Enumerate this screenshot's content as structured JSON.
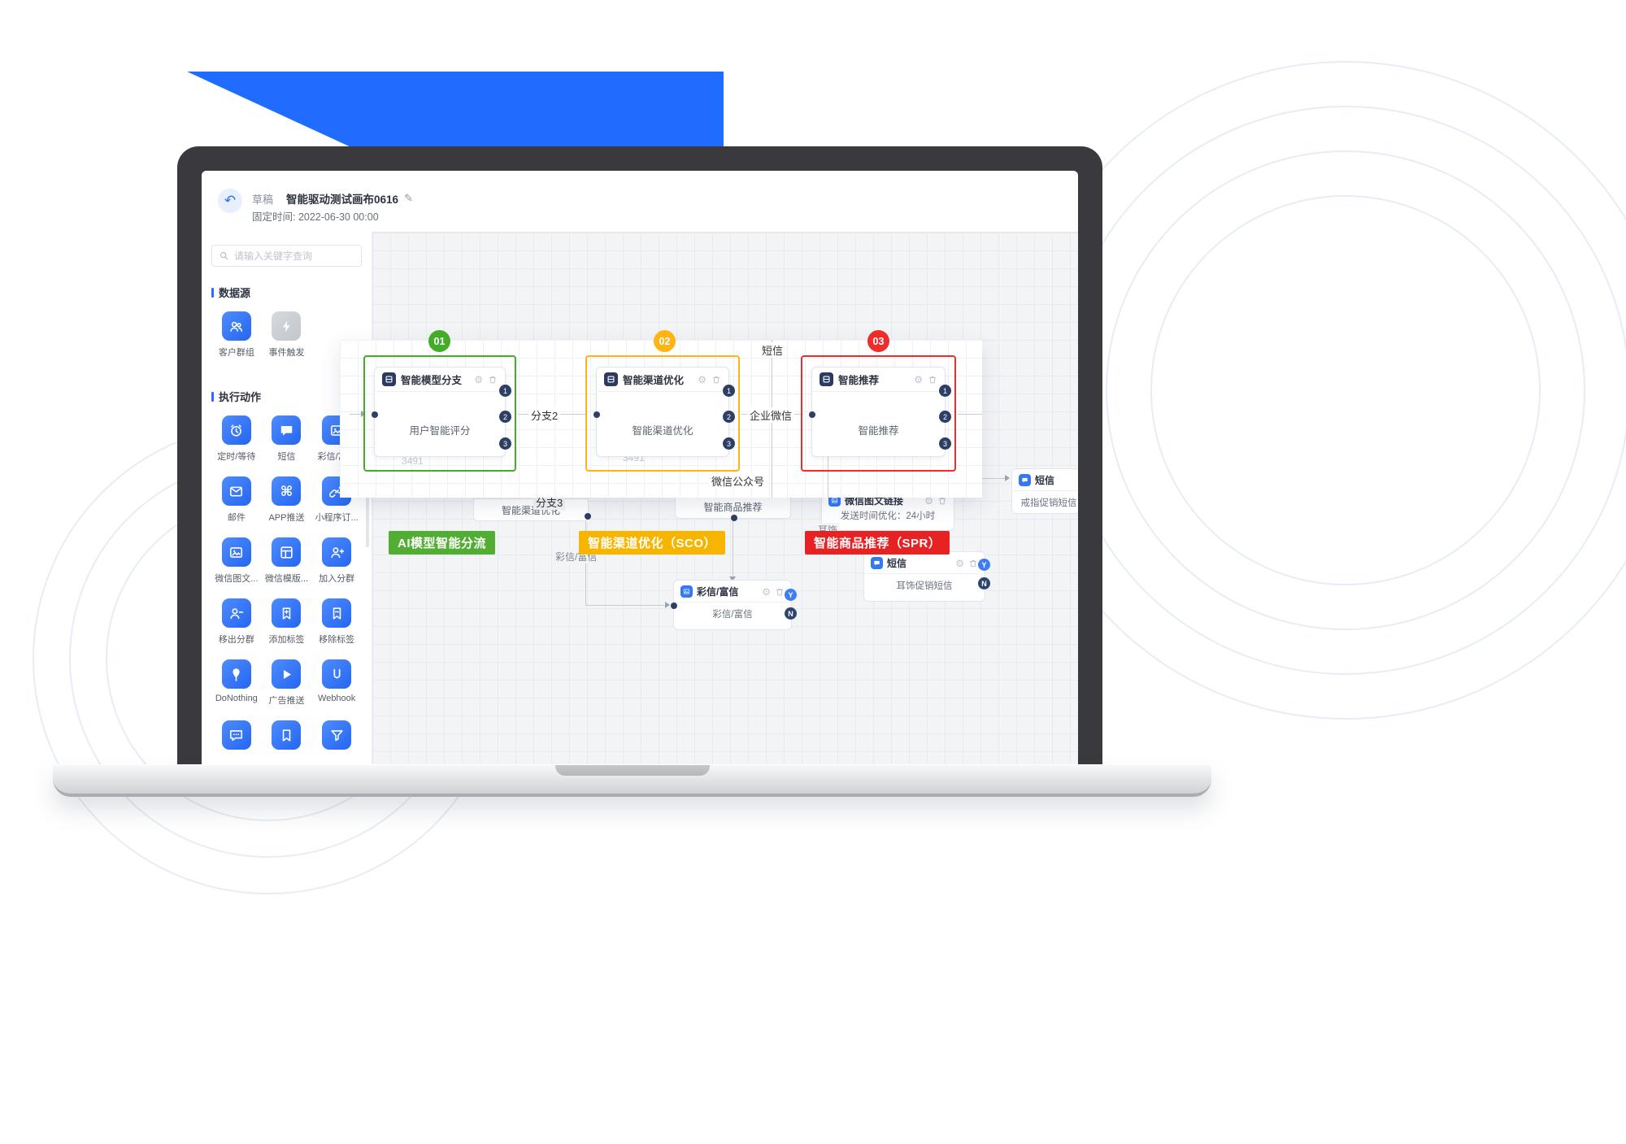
{
  "window": {
    "draft_label": "草稿",
    "title": "智能驱动测试画布0616",
    "fixed_time": "固定时间:  2022-06-30 00:00"
  },
  "icons": {
    "back": "↶",
    "edit": "✎",
    "gear": "⚙"
  },
  "sidebar": {
    "search_placeholder": "请输入关键字查询",
    "section_data_source": "数据源",
    "section_actions": "执行动作",
    "data_source_items": [
      {
        "label": "客户群组",
        "icon": "users-icon"
      },
      {
        "label": "事件触发",
        "icon": "event-trigger-icon"
      }
    ],
    "action_items": [
      {
        "label": "定时/等待",
        "icon": "timer-icon"
      },
      {
        "label": "短信",
        "icon": "sms-icon"
      },
      {
        "label": "彩信/富信",
        "icon": "mms-icon"
      },
      {
        "label": "邮件",
        "icon": "mail-icon"
      },
      {
        "label": "APP推送",
        "icon": "app-push-icon"
      },
      {
        "label": "小程序订...",
        "icon": "miniprogram-icon"
      },
      {
        "label": "微信图文...",
        "icon": "wechat-article-icon"
      },
      {
        "label": "微信模版...",
        "icon": "wechat-template-icon"
      },
      {
        "label": "加入分群",
        "icon": "join-group-icon"
      },
      {
        "label": "移出分群",
        "icon": "remove-group-icon"
      },
      {
        "label": "添加标签",
        "icon": "add-tag-icon"
      },
      {
        "label": "移除标签",
        "icon": "remove-tag-icon"
      },
      {
        "label": "DoNothing",
        "icon": "pin-icon"
      },
      {
        "label": "广告推送",
        "icon": "ad-push-icon"
      },
      {
        "label": "Webhook",
        "icon": "webhook-icon"
      },
      {
        "label": "",
        "icon": "chat-dots-icon"
      },
      {
        "label": "",
        "icon": "bookmark-icon"
      },
      {
        "label": "",
        "icon": "filter-icon"
      }
    ]
  },
  "overlay": {
    "badges": [
      "01",
      "02",
      "03"
    ],
    "nodes": [
      {
        "title": "智能模型分支",
        "body": "用户智能评分",
        "ports": [
          "1",
          "2",
          "3"
        ]
      },
      {
        "title": "智能渠道优化",
        "body": "智能渠道优化",
        "ports": [
          "1",
          "2",
          "3"
        ]
      },
      {
        "title": "智能推荐",
        "body": "智能推荐",
        "ports": [
          "1",
          "2",
          "3"
        ]
      }
    ],
    "wire_labels": {
      "sms": "短信",
      "branch2": "分支2",
      "wecom": "企业微信",
      "wechat_mp": "微信公众号"
    },
    "faded_stats": [
      "3491",
      "3491"
    ]
  },
  "captions": [
    {
      "text": "AI模型智能分流",
      "color": "#52ae32"
    },
    {
      "text": "智能渠道优化（SCO）",
      "color": "#f7b500"
    },
    {
      "text": "智能商品推荐（SPR）",
      "color": "#e62222"
    }
  ],
  "canvas_nodes": {
    "branch3_label": "分支3",
    "sco_partial": "智能渠道优化",
    "spr_partial": "智能商品推荐",
    "wechat_link_title": "微信图文链接",
    "wechat_link_body": "发送时间优化：24小时",
    "sms_ring_title": "短信",
    "sms_ring_body": "戒指促销短信",
    "mms_title": "彩信/富信",
    "mms_body": "彩信/富信",
    "sms_ear_title": "短信",
    "sms_ear_body": "耳饰促销短信",
    "ear_wire_label": "耳饰",
    "mms_wire_label": "彩信/富信",
    "port_yes": "Y",
    "port_no": "N"
  },
  "colors": {
    "accent_blue": "#2f6bff",
    "badge_green": "#44ad27",
    "badge_yellow": "#ffb416",
    "badge_red": "#ee2c2c",
    "node_icon_navy": "#2b3a5e"
  }
}
